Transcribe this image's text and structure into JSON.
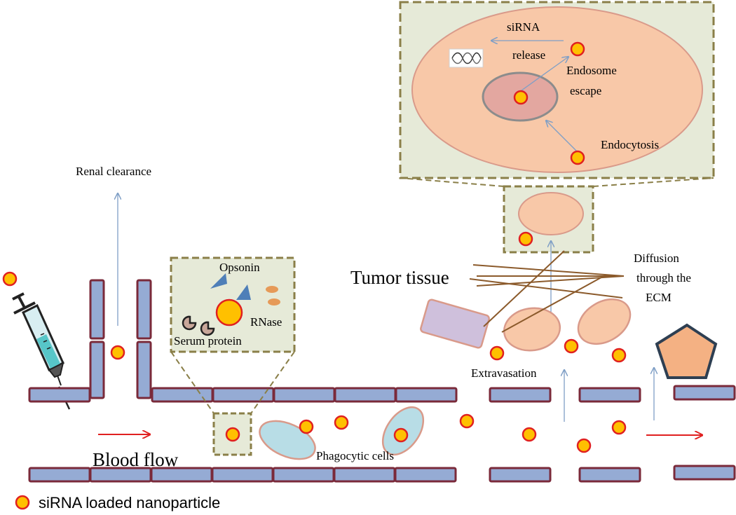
{
  "labels": {
    "sirna_release": [
      "siRNA",
      "release"
    ],
    "endosome_escape": [
      "Endosome",
      "escape"
    ],
    "endocytosis": "Endocytosis",
    "renal_clearance": "Renal clearance",
    "opsonin": "Opsonin",
    "rnase": "RNase",
    "serum_protein": "Serum protein",
    "tumor_tissue": "Tumor tissue",
    "diffusion_ecm": [
      "Diffusion",
      "through the",
      "ECM"
    ],
    "extravasation": "Extravasation",
    "blood_flow": "Blood flow",
    "phagocytic_cells": "Phagocytic cells",
    "legend": "siRNA loaded nanoparticle"
  },
  "colors": {
    "vessel_fill": "#95abd4",
    "vessel_stroke": "#7a2a3a",
    "np_fill": "#ffc000",
    "np_stroke": "#e02020",
    "cell_fill": "#f8c8a8",
    "cell_stroke": "#d99a8a",
    "box_fill": "#e6ead8",
    "box_stroke": "#8a7f48",
    "arrow": "#7f9fc6",
    "flow_arrow": "#e02020",
    "ecm_fiber": "#8b5a2b",
    "phagocyte_fill": "#b8dde6",
    "tumor_cell_fill": "#f4b183",
    "fibroblast_fill": "#cfc0dc",
    "opsonin_fill": "#4f7fb8",
    "rnase_fill": "#e69a58",
    "serum_fill": "#c9a79a"
  }
}
